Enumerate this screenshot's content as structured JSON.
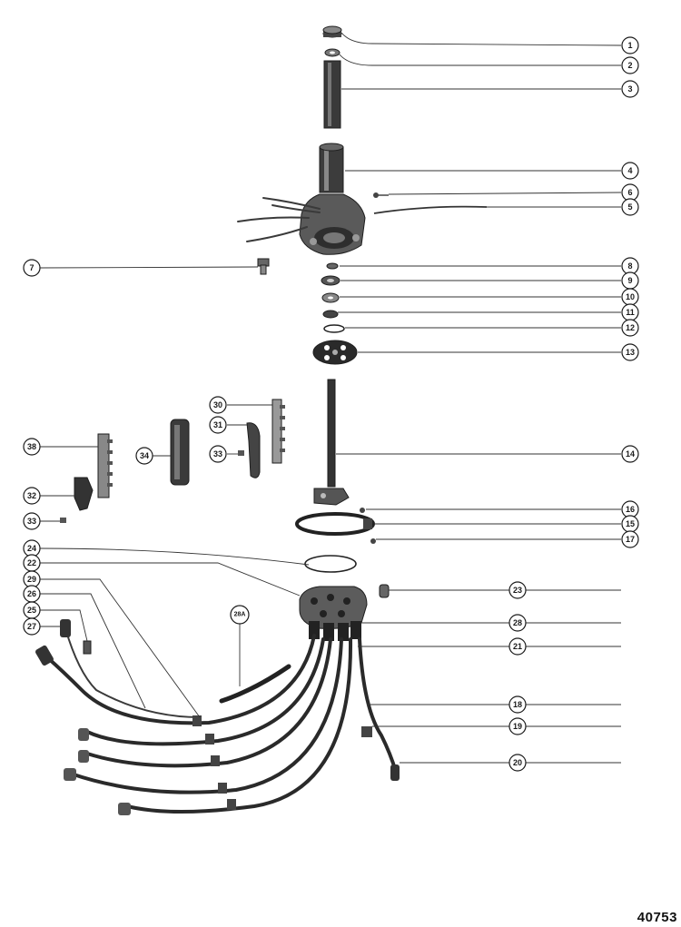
{
  "figure_number": "40753",
  "callouts": {
    "c1": "1",
    "c2": "2",
    "c3": "3",
    "c4": "4",
    "c5": "5",
    "c6": "6",
    "c7": "7",
    "c8": "8",
    "c9": "9",
    "c10": "10",
    "c11": "11",
    "c12": "12",
    "c13": "13",
    "c14": "14",
    "c15": "15",
    "c16": "16",
    "c17": "17",
    "c18": "18",
    "c19": "19",
    "c20": "20",
    "c21": "21",
    "c22": "22",
    "c23": "23",
    "c24": "24",
    "c25": "25",
    "c26": "26",
    "c27": "27",
    "c28": "28",
    "c28a": "28A",
    "c29": "29",
    "c30": "30",
    "c31": "31",
    "c32": "32",
    "c33a": "33",
    "c33b": "33",
    "c34": "34",
    "c38": "38"
  }
}
